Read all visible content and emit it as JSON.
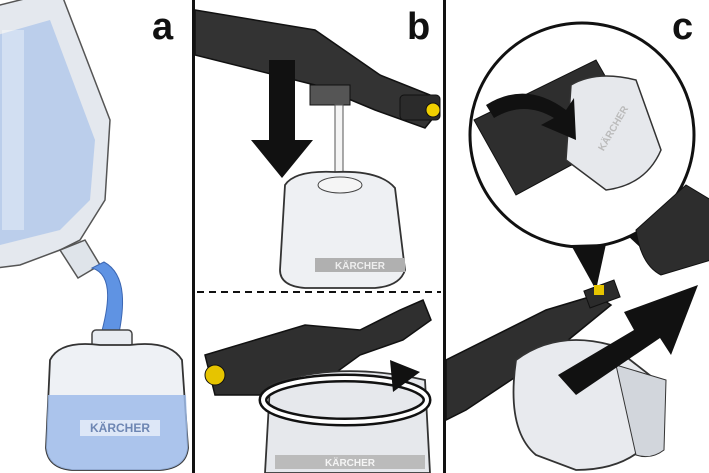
{
  "steps": [
    {
      "letter": "a"
    },
    {
      "letter": "b"
    },
    {
      "letter": "c"
    }
  ],
  "brand": {
    "logo": "KÄRCHER"
  },
  "colors": {
    "liquid": "#6a9be6",
    "bottle": "#dfe6ef",
    "handle": "#2a2a2a",
    "accent_yellow": "#f0d000",
    "arrow": "#111111"
  },
  "icons": [
    "down-arrow-icon",
    "rotate-arrow-icon",
    "diagonal-arrow-icon",
    "magnifier-circle-icon"
  ]
}
